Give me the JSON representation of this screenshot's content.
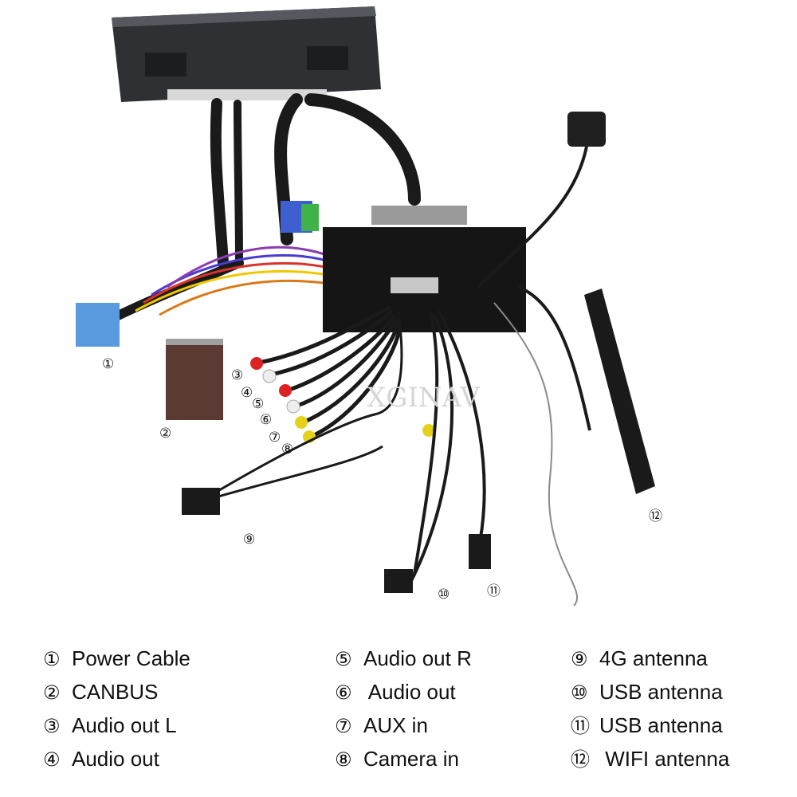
{
  "callouts": [
    "①",
    "②",
    "③",
    "④",
    "⑤",
    "⑥",
    "⑦",
    "⑧",
    "⑨",
    "⑩",
    "⑪",
    "⑫"
  ],
  "watermark": "XGINAV",
  "legend": {
    "col1": [
      {
        "num": "①",
        "label": "Power Cable"
      },
      {
        "num": "②",
        "label": "CANBUS"
      },
      {
        "num": "③",
        "label": "Audio out L"
      },
      {
        "num": "④",
        "label": "Audio out"
      }
    ],
    "col2": [
      {
        "num": "⑤",
        "label": "Audio out R"
      },
      {
        "num": "⑥",
        "label": " Audio out"
      },
      {
        "num": "⑦",
        "label": "AUX in"
      },
      {
        "num": "⑧",
        "label": "Camera in"
      }
    ],
    "col3": [
      {
        "num": "⑨",
        "label": "4G antenna"
      },
      {
        "num": "⑩",
        "label": "USB antenna"
      },
      {
        "num": "⑪",
        "label": "USB antenna"
      },
      {
        "num": "⑫",
        "label": " WIFI antenna"
      }
    ]
  }
}
